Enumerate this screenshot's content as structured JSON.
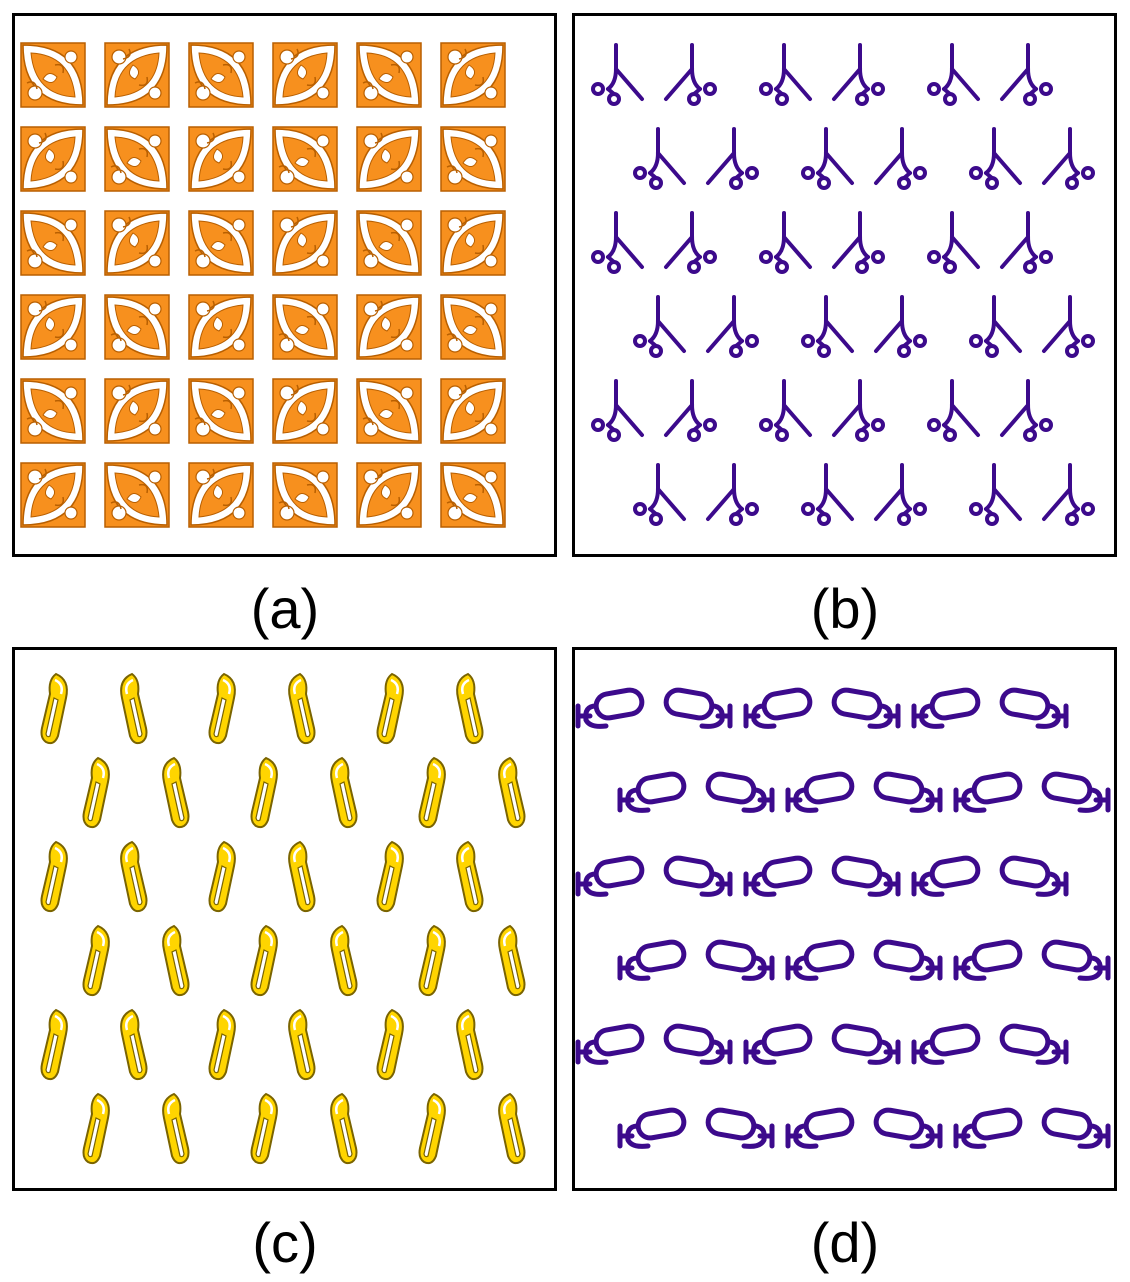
{
  "panels": [
    {
      "id": "a",
      "caption": "(a)",
      "motif": "square-tile",
      "color": "#F7901E",
      "stroke": "#B85F00",
      "rows": 6,
      "cols": 6,
      "row_offset": false
    },
    {
      "id": "b",
      "caption": "(b)",
      "motif": "hook-glyph",
      "color": "#3C0A8C",
      "stroke": "#3C0A8C",
      "rows": 6,
      "cols": 6,
      "row_offset": true,
      "alternate": "mirror"
    },
    {
      "id": "c",
      "caption": "(c)",
      "motif": "leaf",
      "color": "#E8C300",
      "stroke": "#7A6400",
      "rows": 6,
      "cols": 6,
      "row_offset": true,
      "alternate": "mirror"
    },
    {
      "id": "d",
      "caption": "(d)",
      "motif": "loop-glyph",
      "color": "#3C0A8C",
      "stroke": "#3C0A8C",
      "rows": 6,
      "cols": 6,
      "row_offset": true,
      "alternate": "mirror"
    }
  ]
}
